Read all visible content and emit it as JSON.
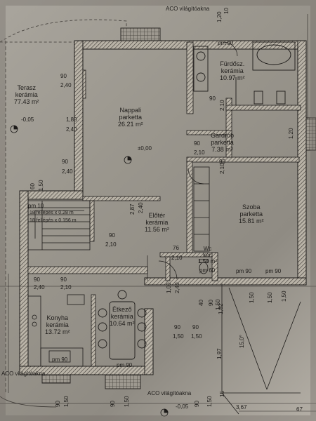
{
  "rooms": [
    {
      "name": "Terasz",
      "floor": "kerámia",
      "area": "77.43 m²"
    },
    {
      "name": "Nappali",
      "floor": "parketta",
      "area": "26.21 m²"
    },
    {
      "name": "Fürdősz.",
      "floor": "kerámia",
      "area": "10.97 m²"
    },
    {
      "name": "Gardrób",
      "floor": "parketta",
      "area": "7.38 m²"
    },
    {
      "name": "Szoba",
      "floor": "parketta",
      "area": "15.81 m²"
    },
    {
      "name": "Előtér",
      "floor": "kerámia",
      "area": "11.56 m²"
    },
    {
      "name": "Wc",
      "floor": "ker.",
      "area": "1.50 m²"
    },
    {
      "name": "Konyha",
      "floor": "kerámia",
      "area": "13.72 m²"
    },
    {
      "name": "Étkező",
      "floor": "kerámia",
      "area": "10.64 m²"
    }
  ],
  "labels": {
    "aco_top": "ACO világítóakna",
    "aco_bottom": "ACO világítóakna",
    "aco_left": "ACO világítóakna",
    "stairs_1": "18 fellépés x 0.28 m",
    "stairs_2": "18 fellépés x 0.156 m",
    "level_center": "±0,00",
    "level_left": "-0,05",
    "level_bottom": "-0,05",
    "slope": "15,0°"
  },
  "dims": {
    "d_120_top": "1,20",
    "d_10_top": "10",
    "pm90_bath": "pm 90",
    "d_90_a": "90",
    "d_240_a": "2,40",
    "d_180": "1,80",
    "d_240_b": "2,40",
    "d_90_b": "90",
    "d_240_c": "2,40",
    "d_60": "60",
    "d_150_a": "1,50",
    "pm10": "pm 10",
    "d_90_bath": "90",
    "d_210_bath": "2,10",
    "d_90_gard": "90",
    "d_210_gard": "2,10",
    "d_90_gard2": "90",
    "d_210_gard2": "2,10",
    "d_120_right": "1,20",
    "d_90_c": "90",
    "d_210_c": "2,10",
    "d_287": "2,87",
    "d_240_e": "2,40",
    "d_76": "76",
    "d_210_wc": "2,10",
    "pm60": "pm 60",
    "pm90_s1": "pm 90",
    "pm90_s2": "pm 90",
    "d_90_k1": "90",
    "d_240_k1": "2,40",
    "d_90_k2": "90",
    "d_210_k2": "2,10",
    "d_100": "1,00",
    "d_240_v": "2,40",
    "d_40": "40",
    "d_90_v": "90",
    "d_150_v": "1,50",
    "d_182": "1,82",
    "d_150_v2": "1,50",
    "d_150_v3": "1,50",
    "d_150_v4": "1,50",
    "d_90_r1": "90",
    "d_150_r1": "1,50",
    "d_90_r2": "90",
    "d_150_r2": "1,50",
    "d_197": "1,97",
    "pm90_k": "pm 90",
    "pm90_e": "pm 90",
    "d_90_b1": "90",
    "d_150_b1": "1,50",
    "d_90_b2": "90",
    "d_150_b2": "1,50",
    "d_90_b3": "90",
    "d_150_b3": "1,50",
    "d_15": "15",
    "d_367": "3,67",
    "d_67": "67"
  }
}
